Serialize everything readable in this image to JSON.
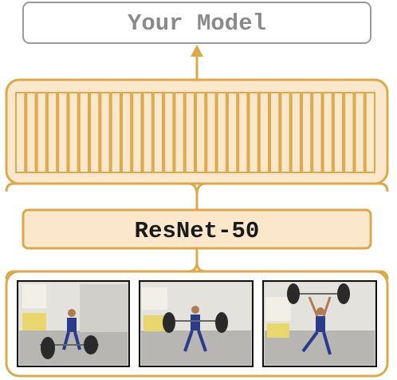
{
  "model_box": {
    "label": "Your Model"
  },
  "feature_block": {
    "bar_count": 34
  },
  "backbone_box": {
    "label": "ResNet-50"
  },
  "frames": [
    {
      "name": "frame-1",
      "pose": "pull"
    },
    {
      "name": "frame-2",
      "pose": "catch"
    },
    {
      "name": "frame-3",
      "pose": "overhead"
    }
  ],
  "colors": {
    "accent": "#dba94a",
    "fill": "#fbe8cc",
    "model_border": "#9a9a9a",
    "model_text": "#8a8a8a"
  }
}
